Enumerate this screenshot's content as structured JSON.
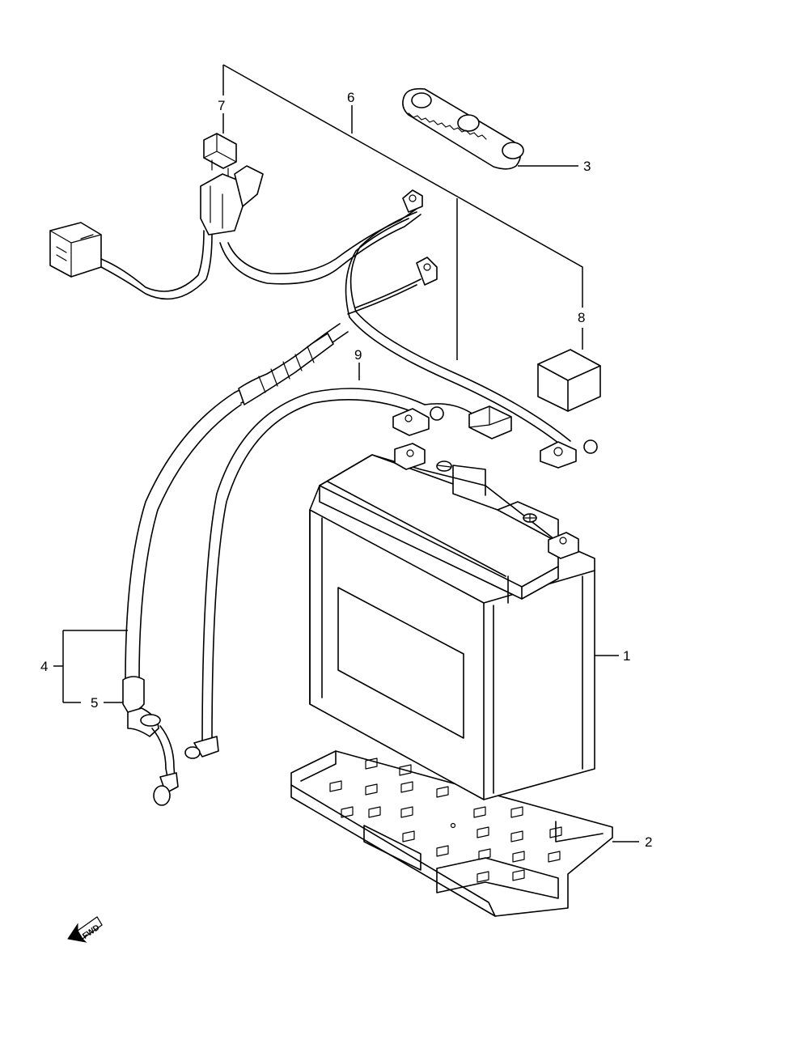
{
  "callouts": {
    "c1": "1",
    "c2": "2",
    "c3": "3",
    "c4": "4",
    "c5": "5",
    "c6": "6",
    "c7": "7",
    "c8": "8",
    "c9": "9"
  },
  "direction_marker": {
    "label": "FWD",
    "icon": "forward-arrow-icon"
  }
}
